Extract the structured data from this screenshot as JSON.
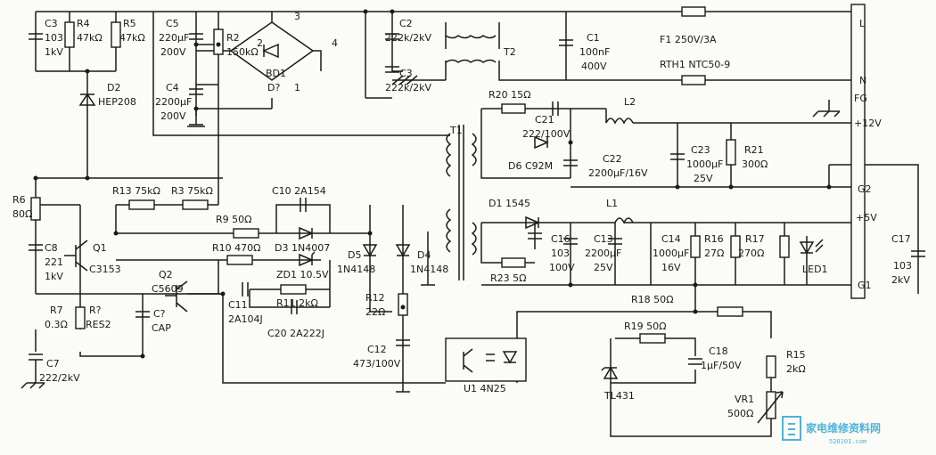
{
  "labels": {
    "C3a": "C3",
    "C3a_v": "103",
    "C3a_r": "1kV",
    "R4": "R4",
    "R4_v": "47kΩ",
    "R5": "R5",
    "R5_v": "47kΩ",
    "C5": "C5",
    "C5_v": "220µF",
    "C5_r": "200V",
    "R2": "R2",
    "R2_v": "150kΩ",
    "C4": "C4",
    "C4_v": "2200µF",
    "C4_r": "200V",
    "BD1": "BD1",
    "BD1_v": "D?",
    "pin1": "1",
    "pin2": "2",
    "pin3": "3",
    "pin4": "4",
    "C2": "C2",
    "C2_v": "222k/2kV",
    "C3b": "C3",
    "C3b_v": "222k/2kV",
    "T2": "T2",
    "C1": "C1",
    "C1_v": "100nF",
    "C1_r": "400V",
    "F1": "F1  250V/3A",
    "RTH1": "RTH1  NTC50-9",
    "D2": "D2",
    "D2_v": "HEP208",
    "T1": "T1",
    "R20": "R20  15Ω",
    "C21": "C21",
    "C21_v": "222/100V",
    "L2": "L2",
    "D6": "D6  C92M",
    "C22": "C22",
    "C22_v": "2200µF/16V",
    "C23": "C23",
    "C23_v": "1000µF",
    "C23_r": "25V",
    "R21": "R21",
    "R21_v": "300Ω",
    "R6": "R6",
    "R6_v": "80Ω",
    "R13": "R13  75kΩ",
    "R3": "R3  75kΩ",
    "C10": "C10  2A154",
    "R9": "R9  50Ω",
    "R10": "R10  470Ω",
    "D3": "D3  1N4007",
    "ZD1": "ZD1  10.5V",
    "D5": "D5",
    "D5_v": "1N4148",
    "D4": "D4",
    "D4_v": "1N4148",
    "D1": "D1  1545",
    "L1": "L1",
    "C16": "C16",
    "C16_v": "103",
    "C16_r": "100V",
    "C13": "C13",
    "C13_v": "2200µF",
    "C13_r": "25V",
    "C14": "C14",
    "C14_v": "1000µF",
    "C14_r": "16V",
    "R16": "R16",
    "R16_v": "27Ω",
    "R17": "R17",
    "R17_v": "270Ω",
    "LED1": "LED1",
    "C8": "C8",
    "C8_v": "221",
    "C8_r": "1kV",
    "Q1": "Q1",
    "Q1_v": "C3153",
    "Q2": "Q2",
    "Q2_v": "C5609",
    "C11": "C11",
    "C11_v": "2A104J",
    "R11": "R11  2kΩ",
    "C20": "C20  2A222J",
    "R23": "R23  5Ω",
    "R7": "R7",
    "R7_v": "0.3Ω",
    "Rq": "R?",
    "Rq_v": "RES2",
    "Cq": "C?",
    "Cq_v": "CAP",
    "C7": "C7",
    "C7_v": "222/2kV",
    "R12": "R12",
    "R12_v": "22Ω",
    "C12": "C12",
    "C12_v": "473/100V",
    "U1": "U1  4N25",
    "R18": "R18  50Ω",
    "R19": "R19  50Ω",
    "C18": "C18",
    "C18_v": "1µF/50V",
    "R15": "R15",
    "R15_v": "2kΩ",
    "TL431": "TL431",
    "VR1": "VR1",
    "VR1_v": "500Ω",
    "C17": "C17",
    "C17_v": "103",
    "C17_r": "2kV"
  },
  "connector": {
    "L": "L",
    "N": "N",
    "FG": "FG",
    "p12": "+12V",
    "G2": "G2",
    "p5": "+5V",
    "G1": "G1"
  },
  "watermark": {
    "text": "家电维修资料网",
    "url": "520101.com"
  },
  "colors": {
    "ink": "#1a1a1a",
    "paper": "#fbfbf7",
    "watermark": "#4fb3d9"
  }
}
